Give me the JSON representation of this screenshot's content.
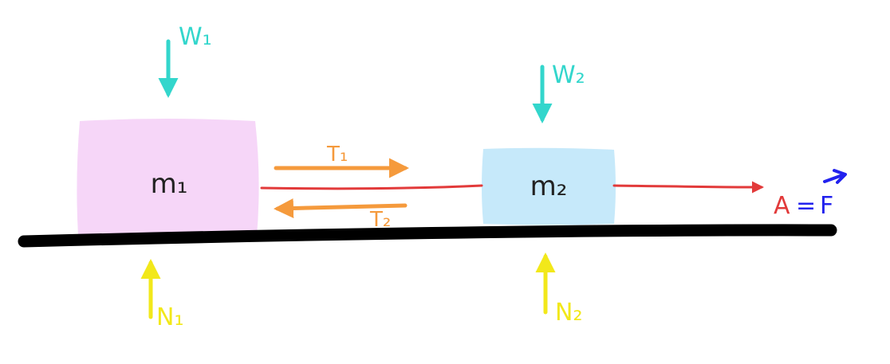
{
  "colors": {
    "weight": "#33d6cc",
    "normal": "#f2e81a",
    "tension": "#f59a3c",
    "rope": "#e23a3a",
    "force": "#2222ee",
    "ground": "#000000",
    "block_m1": "#f6d6f8",
    "block_m2": "#c6e9fa",
    "text": "#222222"
  },
  "blocks": {
    "m1": {
      "label": "m₁"
    },
    "m2": {
      "label": "m₂"
    }
  },
  "forces": {
    "w1": {
      "label": "W₁"
    },
    "w2": {
      "label": "W₂"
    },
    "n1": {
      "label": "N₁"
    },
    "n2": {
      "label": "N₂"
    },
    "t1": {
      "label": "T₁"
    },
    "t2": {
      "label": "T₂"
    }
  },
  "applied": {
    "a_label": "A",
    "equals": "=",
    "f_label": "F",
    "vector_mark": "→"
  }
}
